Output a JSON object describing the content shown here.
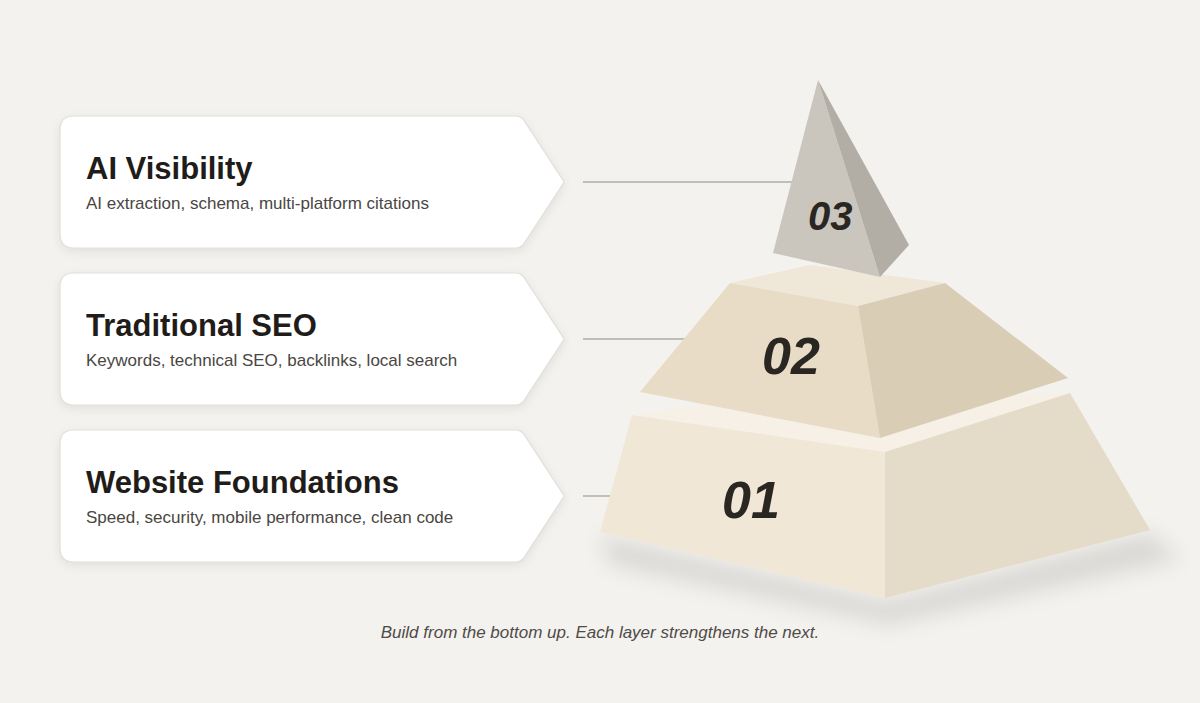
{
  "diagram": {
    "caption": "Build from the bottom up. Each layer strengthens the next.",
    "nodes": [
      {
        "text": [
          "AI Visibility",
          "AI extraction, schema, multi-platform citations"
        ]
      },
      {
        "text": [
          "Traditional SEO",
          "Keywords, technical SEO, backlinks, local search"
        ]
      },
      {
        "text": [
          "Website Foundations",
          "Speed, security, mobile performance, clean code"
        ]
      },
      {
        "text": [
          "03"
        ]
      },
      {
        "text": [
          "02"
        ]
      },
      {
        "text": [
          "01"
        ]
      }
    ],
    "edges": [
      {
        "from": 0,
        "to": 3,
        "arrow": "none"
      },
      {
        "from": 1,
        "to": 4,
        "arrow": "none"
      },
      {
        "from": 2,
        "to": 5,
        "arrow": "none"
      }
    ]
  }
}
